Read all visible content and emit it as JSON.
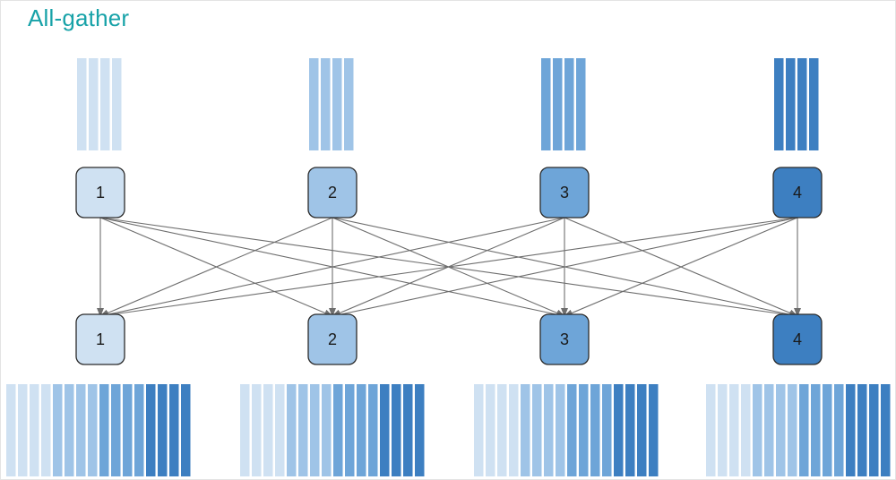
{
  "title": "All-gather",
  "palette": [
    "#cfe1f2",
    "#9fc4e7",
    "#6ea5d8",
    "#3d7fc1"
  ],
  "edge_color": "#6e6e6e",
  "node_border_color": "#2b2b2b",
  "top_nodes": [
    {
      "label": "1",
      "color_index": 0
    },
    {
      "label": "2",
      "color_index": 1
    },
    {
      "label": "3",
      "color_index": 2
    },
    {
      "label": "4",
      "color_index": 3
    }
  ],
  "bottom_nodes": [
    {
      "label": "1",
      "color_index": 0
    },
    {
      "label": "2",
      "color_index": 1
    },
    {
      "label": "3",
      "color_index": 2
    },
    {
      "label": "4",
      "color_index": 3
    }
  ],
  "segments_per_buffer": 4,
  "gathered_order": [
    0,
    1,
    2,
    3
  ]
}
